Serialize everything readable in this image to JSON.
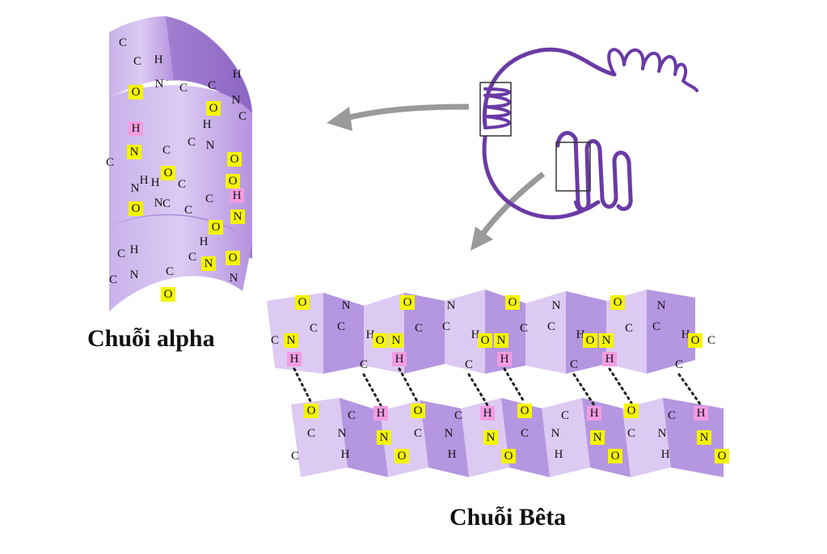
{
  "labels": {
    "alpha": "Chuỗi alpha",
    "beta": "Chuỗi Bêta"
  },
  "colors": {
    "ribbon_light": "#d6c2ef",
    "ribbon_mid": "#b898e0",
    "ribbon_dark": "#8c63c4",
    "protein_ribbon": "#7b4bb3",
    "hbond_o_box": "#f5f500",
    "hbond_h_box": "#f29ce3",
    "arrow": "#9a9a9a"
  },
  "alpha_helix": {
    "atoms": [
      "C",
      "C",
      "H",
      "O",
      "N",
      "C",
      "C",
      "H",
      "N",
      "O",
      "H",
      "C",
      "H",
      "N",
      "C",
      "C",
      "N",
      "O",
      "C",
      "O",
      "O",
      "N",
      "H",
      "C",
      "C",
      "N",
      "H",
      "O",
      "H",
      "C",
      "N",
      "H",
      "C",
      "N",
      "C",
      "O",
      "O",
      "H",
      "N",
      "C",
      "C",
      "C",
      "O",
      "N"
    ]
  },
  "beta_sheet": {
    "top_strand_atoms": [
      "C",
      "N",
      "H",
      "O",
      "C",
      "C",
      "N",
      "H",
      "C",
      "O",
      "N",
      "H",
      "O",
      "C",
      "C",
      "N",
      "H",
      "C",
      "O",
      "N",
      "H",
      "O",
      "C",
      "C",
      "N",
      "H",
      "C",
      "O",
      "N",
      "H",
      "O",
      "C",
      "C",
      "N",
      "H",
      "C",
      "O",
      "C"
    ],
    "bottom_strand_atoms": [
      "C",
      "C",
      "O",
      "N",
      "H",
      "C",
      "H",
      "N",
      "O",
      "C",
      "O",
      "N",
      "H",
      "C",
      "H",
      "N",
      "O",
      "C",
      "O",
      "N",
      "H",
      "C",
      "H",
      "N",
      "O",
      "C",
      "O",
      "N",
      "H",
      "C",
      "H",
      "N",
      "O",
      "C"
    ]
  }
}
